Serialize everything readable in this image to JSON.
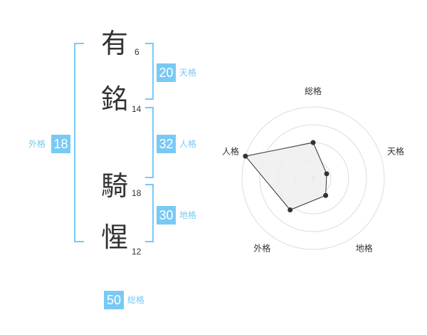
{
  "characters": [
    {
      "kanji": "有",
      "strokes": "6"
    },
    {
      "kanji": "銘",
      "strokes": "14"
    },
    {
      "kanji": "騎",
      "strokes": "18"
    },
    {
      "kanji": "惺",
      "strokes": "12"
    }
  ],
  "fortunes": {
    "ten": {
      "value": "20",
      "label": "天格"
    },
    "jin": {
      "value": "32",
      "label": "人格"
    },
    "chi": {
      "value": "30",
      "label": "地格"
    },
    "gai": {
      "value": "18",
      "label": "外格"
    },
    "total": {
      "value": "50",
      "label": "総格"
    }
  },
  "chart_data": {
    "type": "radar",
    "axes": [
      "総格",
      "天格",
      "地格",
      "外格",
      "人格"
    ],
    "values": [
      0.5,
      0.2,
      0.3,
      0.55,
      1.0
    ],
    "rings": 4,
    "colors": {
      "accent": "#79c9f5",
      "fill": "#efefef",
      "stroke": "#333333",
      "grid": "#dddddd"
    }
  }
}
